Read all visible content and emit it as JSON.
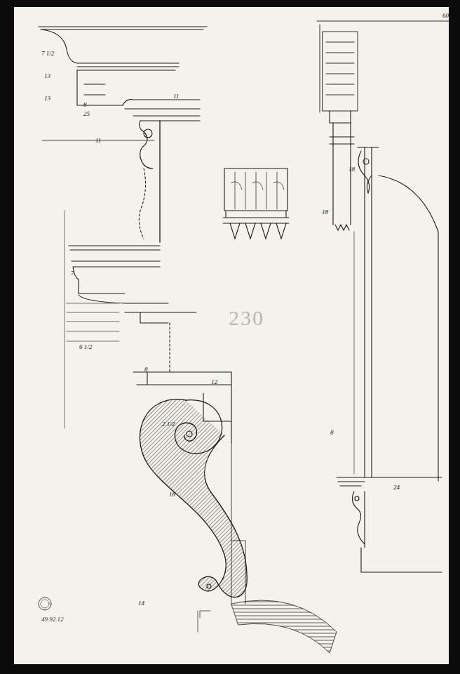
{
  "diagram": {
    "labels": [
      "60",
      "230",
      "49.92.12",
      "7 1/2",
      "13",
      "13",
      "25",
      "11",
      "8",
      "11",
      "18",
      "18",
      "8",
      "12",
      "7",
      "6 1/2",
      "2 1/2",
      "18",
      "24",
      "14",
      "8"
    ]
  }
}
